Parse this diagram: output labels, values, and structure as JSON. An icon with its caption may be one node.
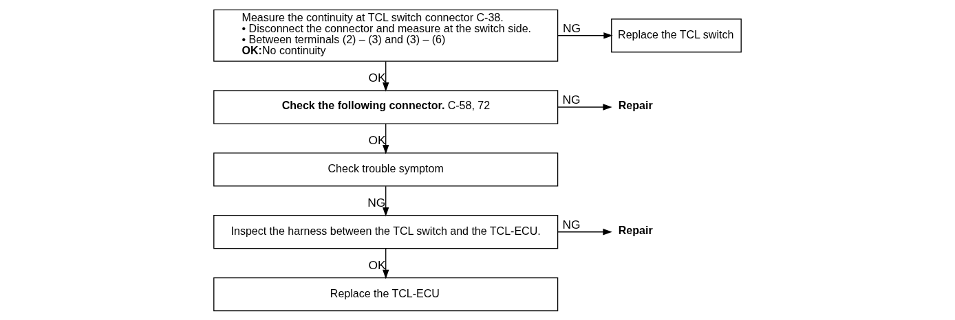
{
  "diagram": {
    "nodes": [
      {
        "text": [
          "Measure the continuity at TCL switch connector C-38.",
          "• Disconnect the connector and measure at the switch side.",
          "• Between terminals (2) – (3) and (3) – (6)",
          "**OK:**No continuity"
        ]
      },
      {
        "text": [
          "Replace the TCL switch"
        ]
      },
      {
        "text": [
          "**Check the following connector.** C-58, 72"
        ]
      },
      {
        "text": [
          "Repair"
        ]
      },
      {
        "text": [
          "Check trouble symptom"
        ]
      },
      {
        "text": [
          "Inspect the harness between the TCL switch and the TCL-ECU."
        ]
      },
      {
        "text": [
          "Repair"
        ]
      },
      {
        "text": [
          "Replace the TCL-ECU"
        ]
      }
    ],
    "edges": [
      {
        "from": 0,
        "to": 1,
        "arrow": "to",
        "label": "NG"
      },
      {
        "from": 0,
        "to": 2,
        "arrow": "to",
        "label": "OK"
      },
      {
        "from": 2,
        "to": 3,
        "arrow": "to",
        "label": "NG"
      },
      {
        "from": 2,
        "to": 4,
        "arrow": "to",
        "label": "OK"
      },
      {
        "from": 4,
        "to": 5,
        "arrow": "to",
        "label": "NG"
      },
      {
        "from": 5,
        "to": 6,
        "arrow": "to",
        "label": "NG"
      },
      {
        "from": 5,
        "to": 7,
        "arrow": "to",
        "label": "OK"
      }
    ]
  }
}
